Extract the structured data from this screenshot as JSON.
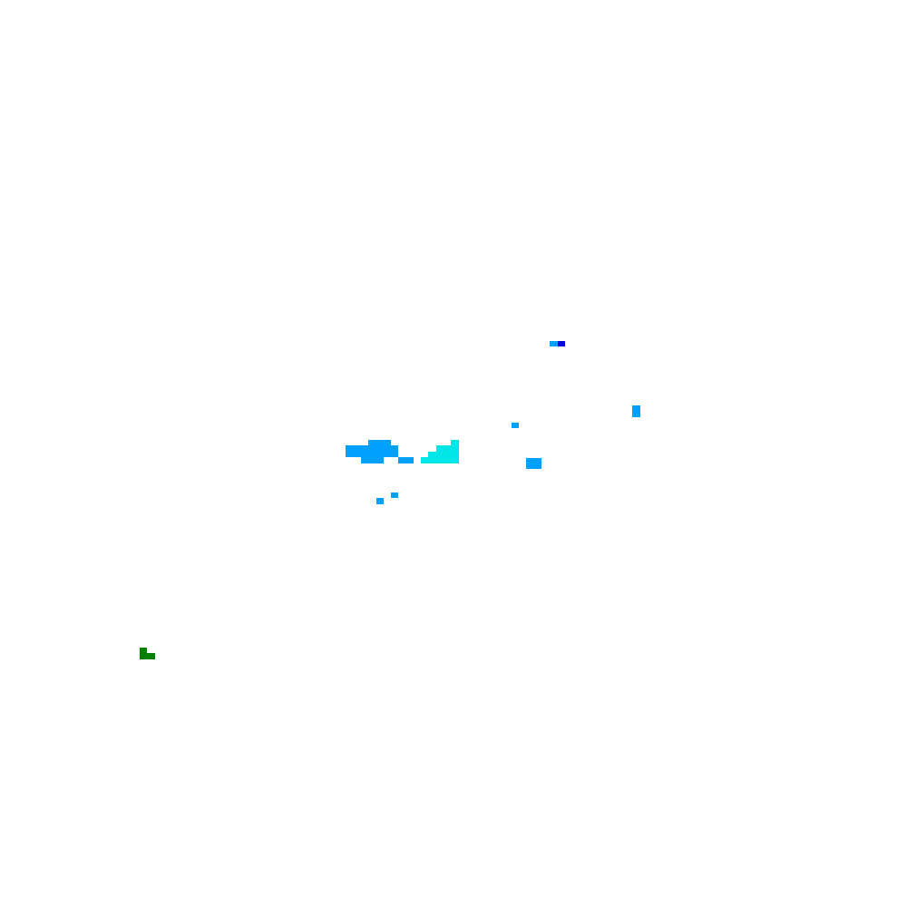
{
  "map": {
    "background_color": "#ffffff",
    "legend_colors": {
      "light": "#00e5e5",
      "medium": "#00a0ff",
      "heavy": "#0000e0",
      "trace": "#008000"
    },
    "cells": [
      {
        "id": "cell-a1",
        "intensity": "medium"
      },
      {
        "id": "cell-a2",
        "intensity": "heavy"
      },
      {
        "id": "cell-b1",
        "intensity": "medium"
      },
      {
        "id": "cell-c1",
        "intensity": "medium"
      },
      {
        "id": "cell-d1",
        "intensity": "medium"
      },
      {
        "id": "cell-e1",
        "intensity": "medium"
      },
      {
        "id": "cell-e2",
        "intensity": "medium"
      },
      {
        "id": "cell-e3",
        "intensity": "medium"
      },
      {
        "id": "cell-e4",
        "intensity": "medium"
      },
      {
        "id": "cell-f1",
        "intensity": "light"
      },
      {
        "id": "cell-f2",
        "intensity": "light"
      },
      {
        "id": "cell-f3",
        "intensity": "light"
      },
      {
        "id": "cell-f4",
        "intensity": "light"
      },
      {
        "id": "cell-g1",
        "intensity": "medium"
      },
      {
        "id": "cell-g2",
        "intensity": "medium"
      },
      {
        "id": "cell-h1",
        "intensity": "medium"
      },
      {
        "id": "cell-h2",
        "intensity": "medium"
      },
      {
        "id": "cell-i1",
        "intensity": "medium"
      },
      {
        "id": "cell-j1",
        "intensity": "trace"
      },
      {
        "id": "cell-j2",
        "intensity": "trace"
      }
    ]
  }
}
